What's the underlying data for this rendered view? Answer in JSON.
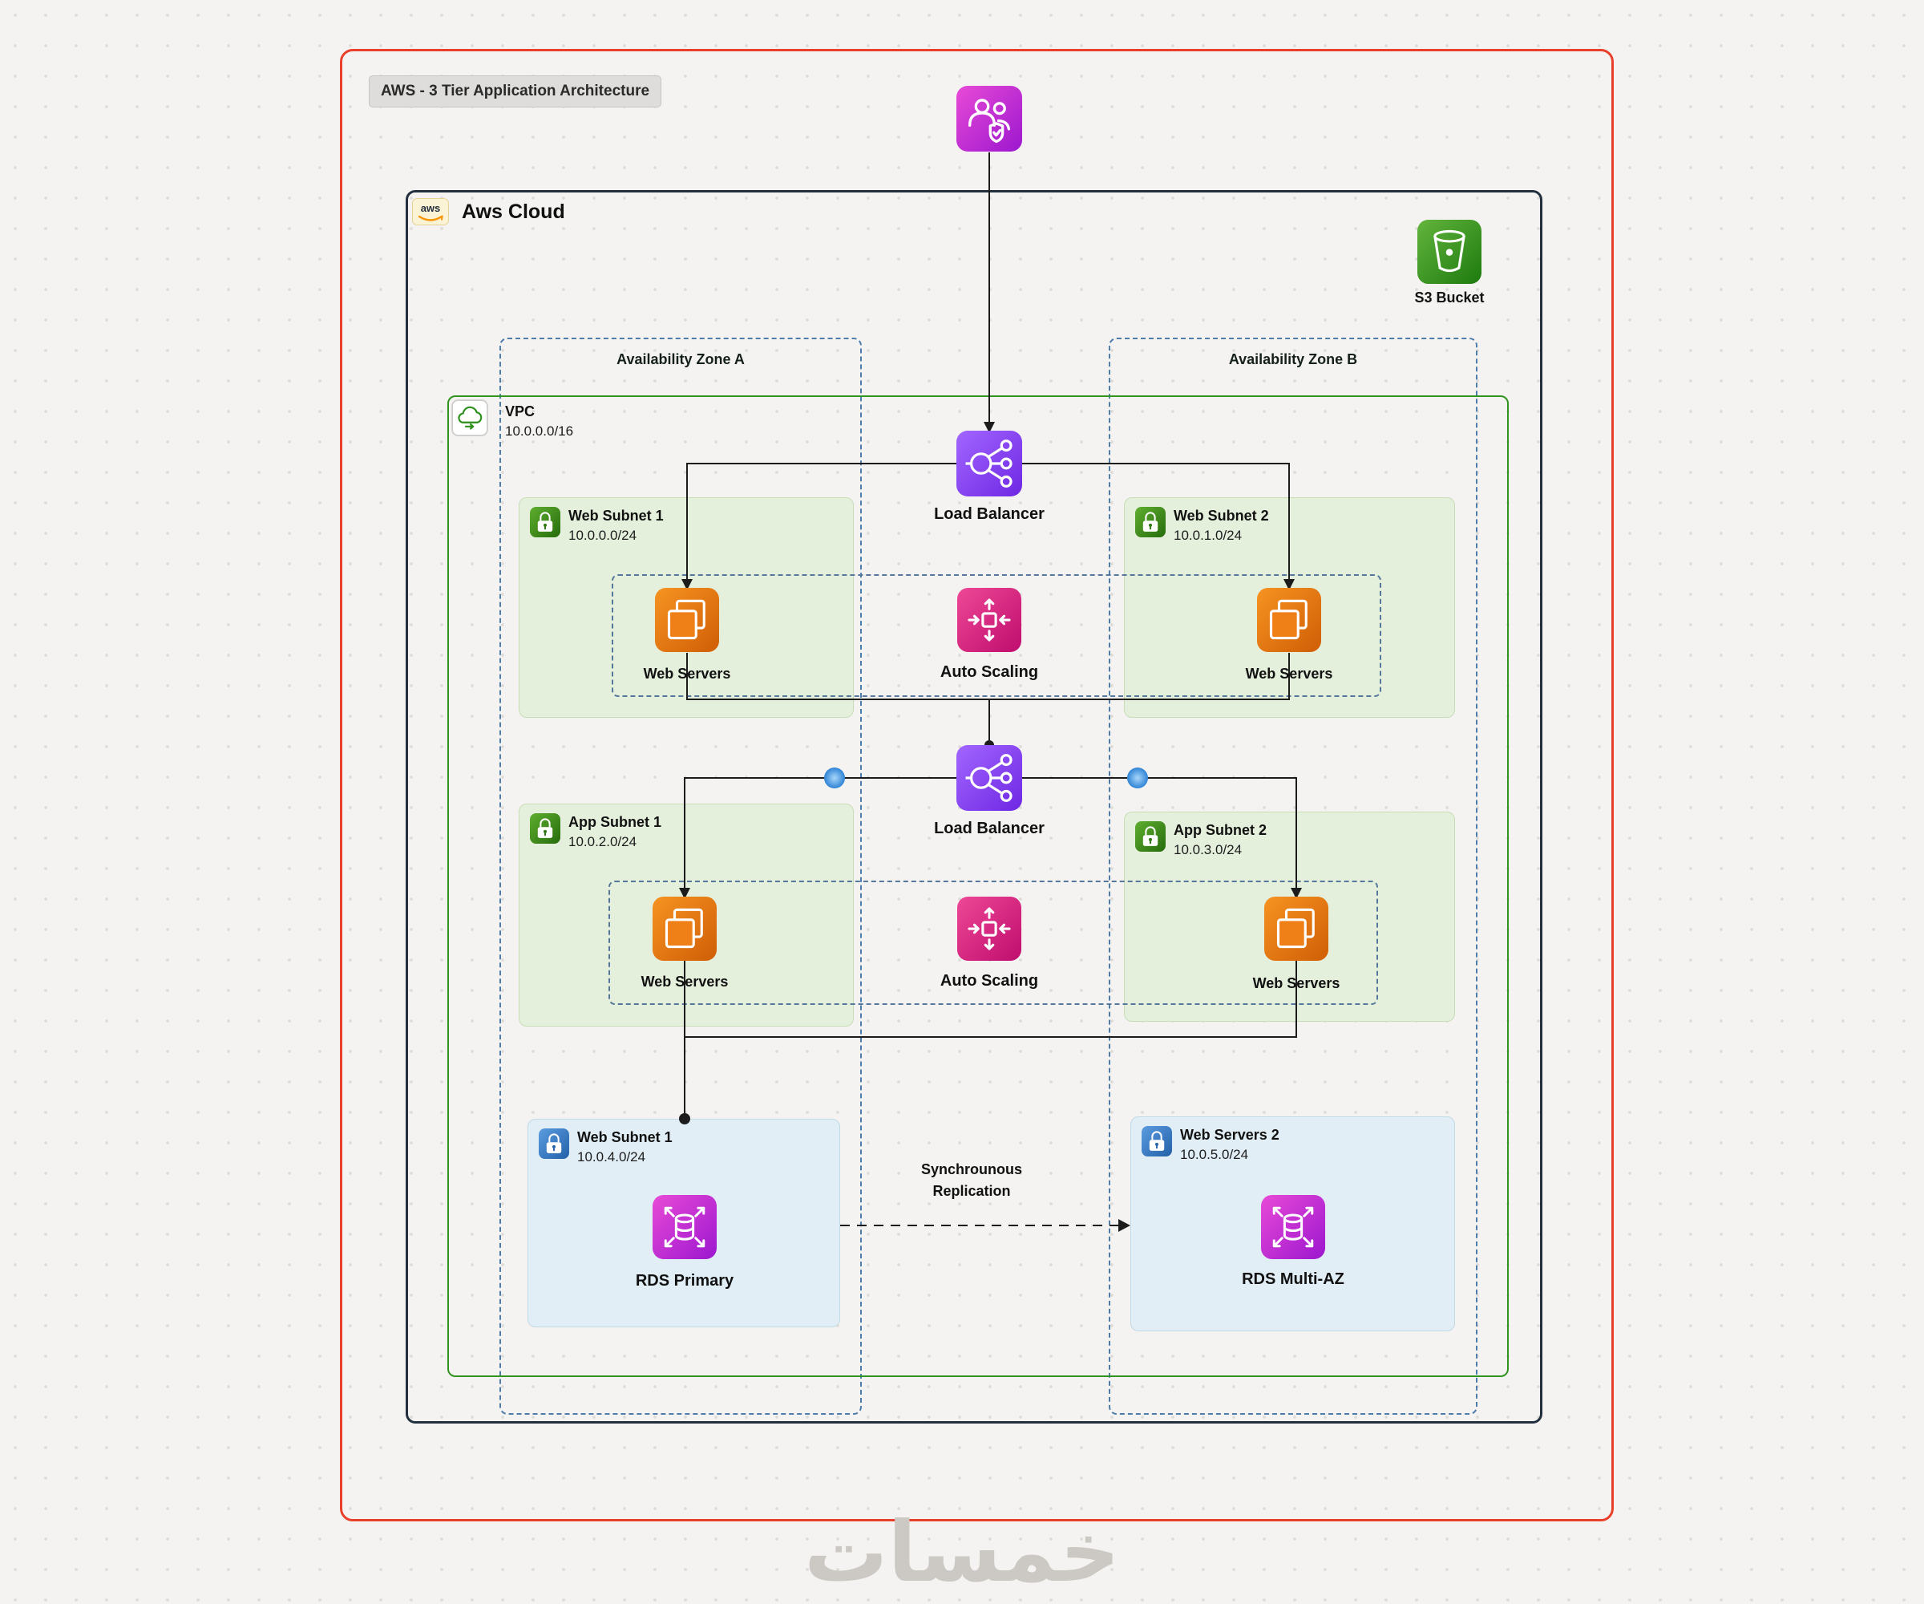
{
  "title": "AWS - 3 Tier Application Architecture",
  "watermark": "خمسات",
  "cloud": {
    "label": "Aws Cloud",
    "logo_text": "aws"
  },
  "s3": {
    "label": "S3 Bucket"
  },
  "zone_a": {
    "label": "Availability Zone A"
  },
  "zone_b": {
    "label": "Availability Zone B"
  },
  "vpc": {
    "label": "VPC",
    "cidr": "10.0.0.0/16"
  },
  "nodes": {
    "lb1": "Load Balancer",
    "lb2": "Load Balancer",
    "as1": "Auto Scaling",
    "as2": "Auto Scaling"
  },
  "web_subnet_1": {
    "name": "Web Subnet 1",
    "cidr": "10.0.0.0/24",
    "node": "Web Servers"
  },
  "web_subnet_2": {
    "name": "Web Subnet 2",
    "cidr": "10.0.1.0/24",
    "node": "Web Servers"
  },
  "app_subnet_1": {
    "name": "App Subnet 1",
    "cidr": "10.0.2.0/24",
    "node": "Web Servers"
  },
  "app_subnet_2": {
    "name": "App Subnet 2",
    "cidr": "10.0.3.0/24",
    "node": "Web Servers"
  },
  "db_subnet_1": {
    "name": "Web Subnet 1",
    "cidr": "10.0.4.0/24",
    "node": "RDS Primary"
  },
  "db_subnet_2": {
    "name": "Web Servers 2",
    "cidr": "10.0.5.0/24",
    "node": "RDS Multi-AZ"
  },
  "replication": {
    "line1": "Synchrounous",
    "line2": "Replication"
  },
  "icons": {
    "users": "users-icon",
    "aws_logo": "aws-logo-icon",
    "s3": "s3-bucket-icon",
    "vpc": "vpc-cloud-icon",
    "lock_green": "subnet-lock-icon",
    "lock_blue": "db-subnet-lock-icon",
    "load_balancer": "load-balancer-icon",
    "servers": "ec2-instances-icon",
    "auto_scaling": "auto-scaling-icon",
    "rds": "rds-database-icon",
    "endpoint_dot": "connection-endpoint-dot"
  },
  "colors": {
    "accent_red": "#e8402a",
    "cloud_border": "#222f3e",
    "az_dash_blue": "#4e7dab",
    "vpc_green": "#31941f",
    "subnet_green_fill": "#e4f0dc",
    "db_blue_fill": "#e1eef6",
    "ec2_orange": "#ed7100",
    "autoscaling_pink": "#e7157b",
    "lb_purple": "#8c4fff",
    "rds_magenta": "#c32ad1",
    "s3_green": "#3f8624",
    "wire_black": "#1c1c1c",
    "endpoint_blue": "#4da3e8"
  }
}
